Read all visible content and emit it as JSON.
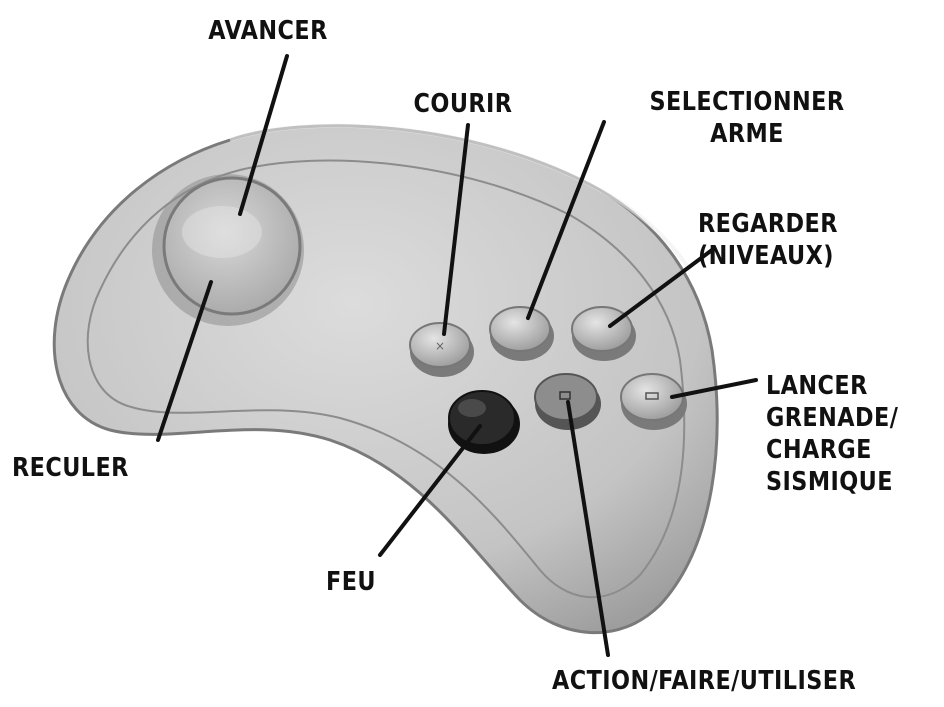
{
  "labels": {
    "forward": "AVANCER",
    "run": "COURIR",
    "select_weapon": [
      "SELECTIONNER",
      "ARME"
    ],
    "look": [
      "REGARDER",
      "(NIVEAUX)"
    ],
    "grenade": [
      "LANCER",
      "GRENADE/",
      "CHARGE",
      "SISMIQUE"
    ],
    "back": "RECULER",
    "fire": "FEU",
    "action": "ACTION/FAIRE/UTILISER"
  },
  "colors": {
    "ink": "#111111",
    "pad_body": "#c9c9c9",
    "pad_shadow": "#8a8a8a",
    "button": "#b8b8b8",
    "fire_button": "#2a2a2a"
  }
}
